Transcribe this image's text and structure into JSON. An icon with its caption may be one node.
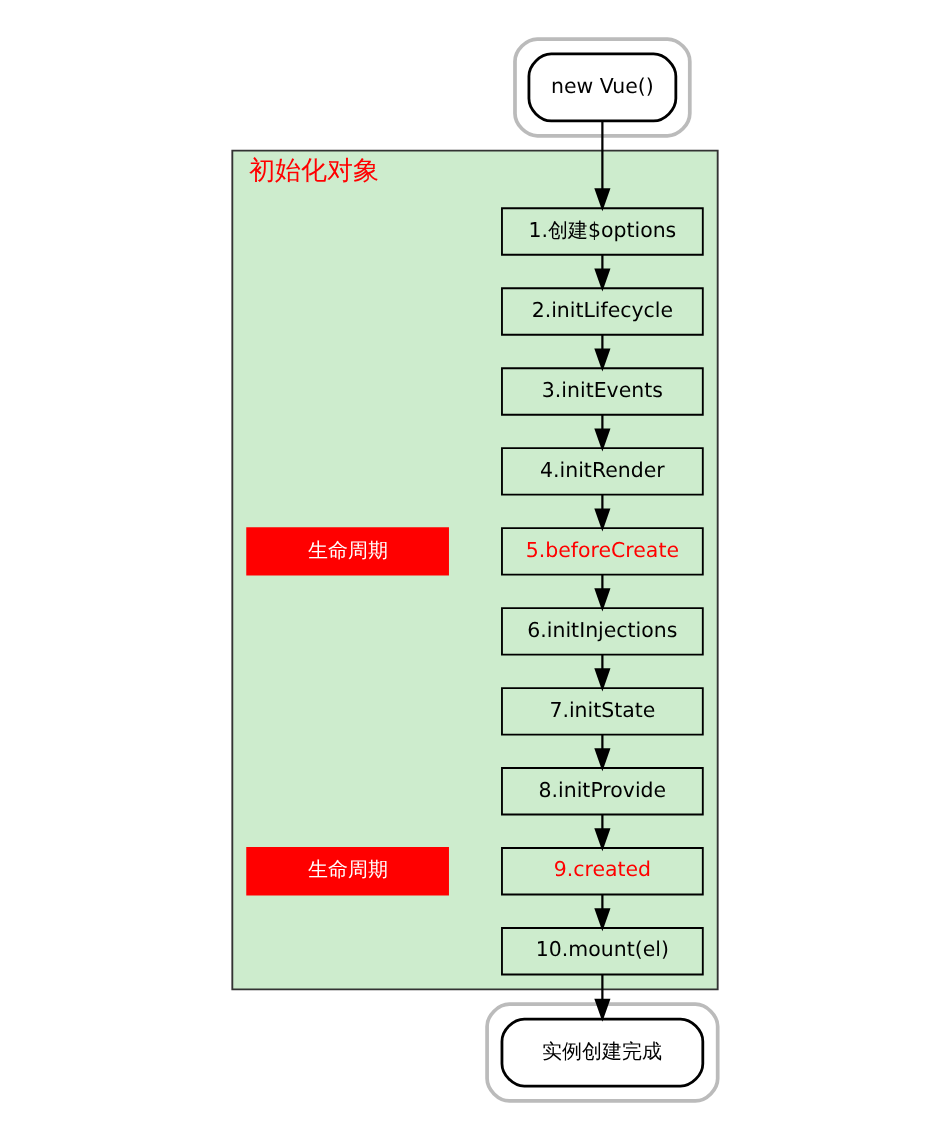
{
  "diagram": {
    "nodes": [
      {
        "text": [],
        "shape": "box"
      },
      {
        "text": [
          "new Vue()"
        ],
        "in": 0
      },
      {
        "text": [
          "初始化对象"
        ]
      },
      {
        "text": [
          "1.创建$options"
        ],
        "in": 2
      },
      {
        "text": [
          "2.initLifecycle"
        ],
        "in": 2
      },
      {
        "text": [
          "3.initEvents"
        ],
        "in": 2
      },
      {
        "text": [
          "4.initRender"
        ],
        "in": 2
      },
      {
        "text": [
          "生命周期"
        ],
        "in": 2
      },
      {
        "text": [
          "5.beforeCreate"
        ],
        "in": 2
      },
      {
        "text": [
          "6.initInjections"
        ],
        "in": 2
      },
      {
        "text": [
          "7.initState"
        ],
        "in": 2
      },
      {
        "text": [
          "8.initProvide"
        ],
        "in": 2
      },
      {
        "text": [
          "生命周期"
        ],
        "in": 2
      },
      {
        "text": [
          "9.created"
        ],
        "in": 2
      },
      {
        "text": [
          "10.mount(el)"
        ],
        "in": 2
      },
      {
        "text": [],
        "shape": "box"
      },
      {
        "text": [
          "实例创建完成"
        ],
        "in": 15
      }
    ],
    "edges": [
      {
        "from": 1,
        "to": 3,
        "arrow": "to"
      },
      {
        "from": 3,
        "to": 4,
        "arrow": "to"
      },
      {
        "from": 4,
        "to": 5,
        "arrow": "to"
      },
      {
        "from": 5,
        "to": 6,
        "arrow": "to"
      },
      {
        "from": 6,
        "to": 8,
        "arrow": "to"
      },
      {
        "from": 8,
        "to": 9,
        "arrow": "to"
      },
      {
        "from": 9,
        "to": 10,
        "arrow": "to"
      },
      {
        "from": 10,
        "to": 11,
        "arrow": "to"
      },
      {
        "from": 11,
        "to": 13,
        "arrow": "to"
      },
      {
        "from": 13,
        "to": 14,
        "arrow": "to"
      },
      {
        "from": 14,
        "to": 16,
        "arrow": "to"
      }
    ]
  }
}
